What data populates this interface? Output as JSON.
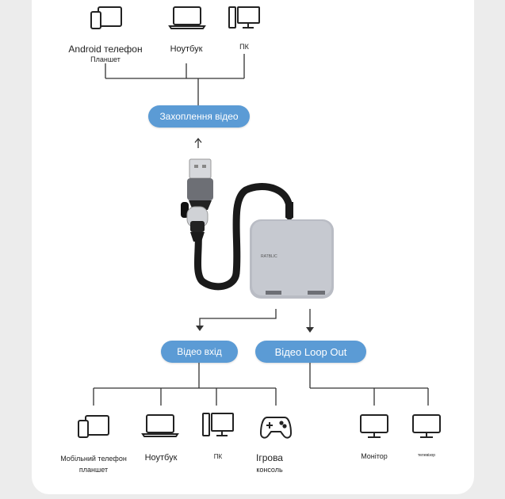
{
  "top_devices": [
    {
      "name": "Android телефон",
      "sub": "Планшет",
      "icon": "tablet-phone-icon"
    },
    {
      "name": "Ноутбук",
      "sub": "",
      "icon": "laptop-icon"
    },
    {
      "name": "ПК",
      "sub": "",
      "icon": "desktop-pc-icon"
    }
  ],
  "capture_label": "Захоплення відео",
  "device_brand": "RATBLIC",
  "video_in_label": "Відео вхід",
  "loop_out_label": "Відео Loop Out",
  "input_devices": [
    {
      "name": "Мобільний телефон",
      "sub": "планшет",
      "icon": "tablet-phone-icon"
    },
    {
      "name": "Ноутбук",
      "sub": "",
      "icon": "laptop-icon"
    },
    {
      "name": "ПК",
      "sub": "",
      "icon": "desktop-pc-icon"
    },
    {
      "name": "Ігрова",
      "sub": "консоль",
      "icon": "gamepad-icon"
    }
  ],
  "output_devices": [
    {
      "name": "Монітор",
      "icon": "monitor-icon"
    },
    {
      "name": "телевізор",
      "icon": "tv-icon"
    }
  ],
  "colors": {
    "pill": "#5b9bd5",
    "line": "#333333",
    "device": "#b9bcc4",
    "cable": "#1a1a1a"
  }
}
